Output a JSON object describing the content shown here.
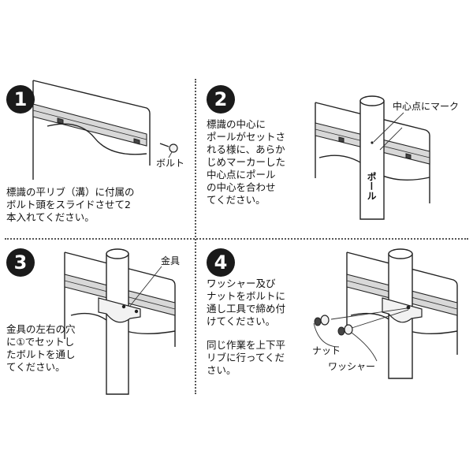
{
  "steps": [
    {
      "number": "1",
      "text_lines": [
        "標識の平リブ（溝）に付属の",
        "ボルト頭をスライドさせて2",
        "本入れてください。"
      ],
      "labels": {
        "bolt": "ボルト"
      }
    },
    {
      "number": "2",
      "text_lines": [
        "標識の中心に",
        "ポールがセットさ",
        "れる様に、あらか",
        "じめマーカーした",
        "中心点にポール",
        "の中心を合わせ",
        "てください。"
      ],
      "labels": {
        "center_mark": "中心点にマーク",
        "pole": "ポール"
      }
    },
    {
      "number": "3",
      "text_lines": [
        "金具の左右の穴",
        "に①でセットし",
        "たボルトを通し",
        "てください。"
      ],
      "labels": {
        "bracket": "金具"
      }
    },
    {
      "number": "4",
      "text_lines": [
        "ワッシャー及び",
        "ナットをボルトに",
        "通し工具で締め付",
        "けてください。"
      ],
      "text_lines_b": [
        "同じ作業を上下平",
        "リブに行ってくだ",
        "さい。"
      ],
      "labels": {
        "nut": "ナット",
        "washer": "ワッシャー"
      }
    }
  ]
}
